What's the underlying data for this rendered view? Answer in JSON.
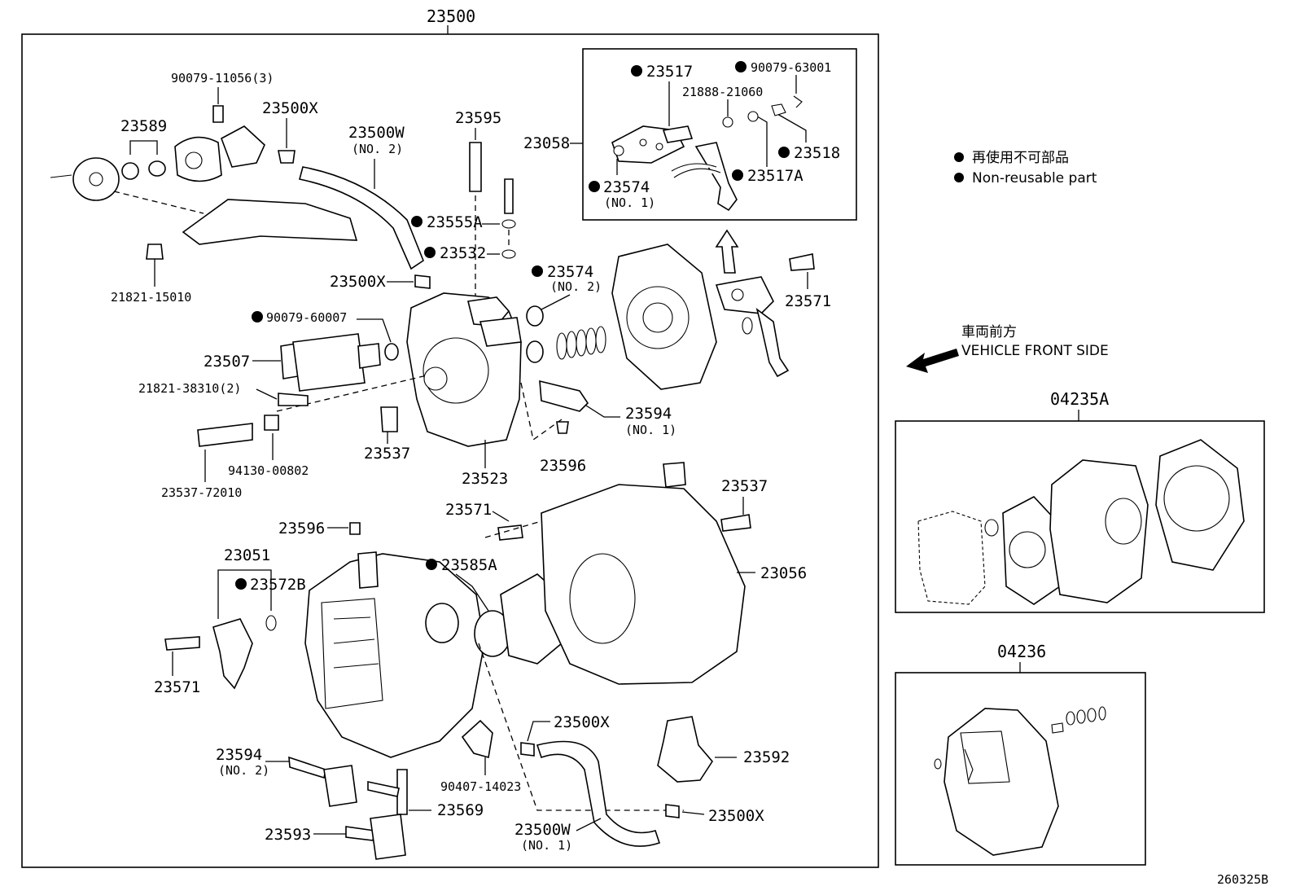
{
  "assembly": {
    "main_number": "23500",
    "footer_code": "260325B"
  },
  "legend": {
    "japanese": "再使用不可部品",
    "english": "Non-reusable part",
    "front_jp": "車両前方",
    "front_en": "VEHICLE FRONT SIDE"
  },
  "inset_detail": {
    "label": "23058",
    "parts": [
      "23517",
      "90079-63001",
      "21888-21060",
      "23518",
      "23517A",
      "23574",
      "(NO. 1)"
    ]
  },
  "kits": [
    {
      "number": "04235A"
    },
    {
      "number": "04236"
    }
  ],
  "labels": {
    "p90079_11056": "90079-11056(3)",
    "p23589": "23589",
    "p23500x_a": "23500X",
    "p23500w_a": "23500W",
    "p23500w_a_sub": "(NO. 2)",
    "p23595": "23595",
    "p23555a": "23555A",
    "p23532": "23532",
    "p21821_15010": "21821-15010",
    "p23500x_b": "23500X",
    "p23574_b": "23574",
    "p23574_b_sub": "(NO. 2)",
    "p23571_a": "23571",
    "p90079_60007": "90079-60007",
    "p23507": "23507",
    "p21821_38310": "21821-38310(2)",
    "p23594_a": "23594",
    "p23594_a_sub": "(NO. 1)",
    "p23537_a": "23537",
    "p94130_00802": "94130-00802",
    "p23537_72010": "23537-72010",
    "p23523": "23523",
    "p23596_a": "23596",
    "p23571_b": "23571",
    "p23537_b": "23537",
    "p23596_b": "23596",
    "p23051": "23051",
    "p23572b": "23572B",
    "p23585a": "23585A",
    "p23056": "23056",
    "p23571_c": "23571",
    "p23500x_c": "23500X",
    "p23594_b": "23594",
    "p23594_b_sub": "(NO. 2)",
    "p23592": "23592",
    "p90407_14023": "90407-14023",
    "p23569": "23569",
    "p23500x_d": "23500X",
    "p23593": "23593",
    "p23500w_b": "23500W",
    "p23500w_b_sub": "(NO. 1)"
  }
}
